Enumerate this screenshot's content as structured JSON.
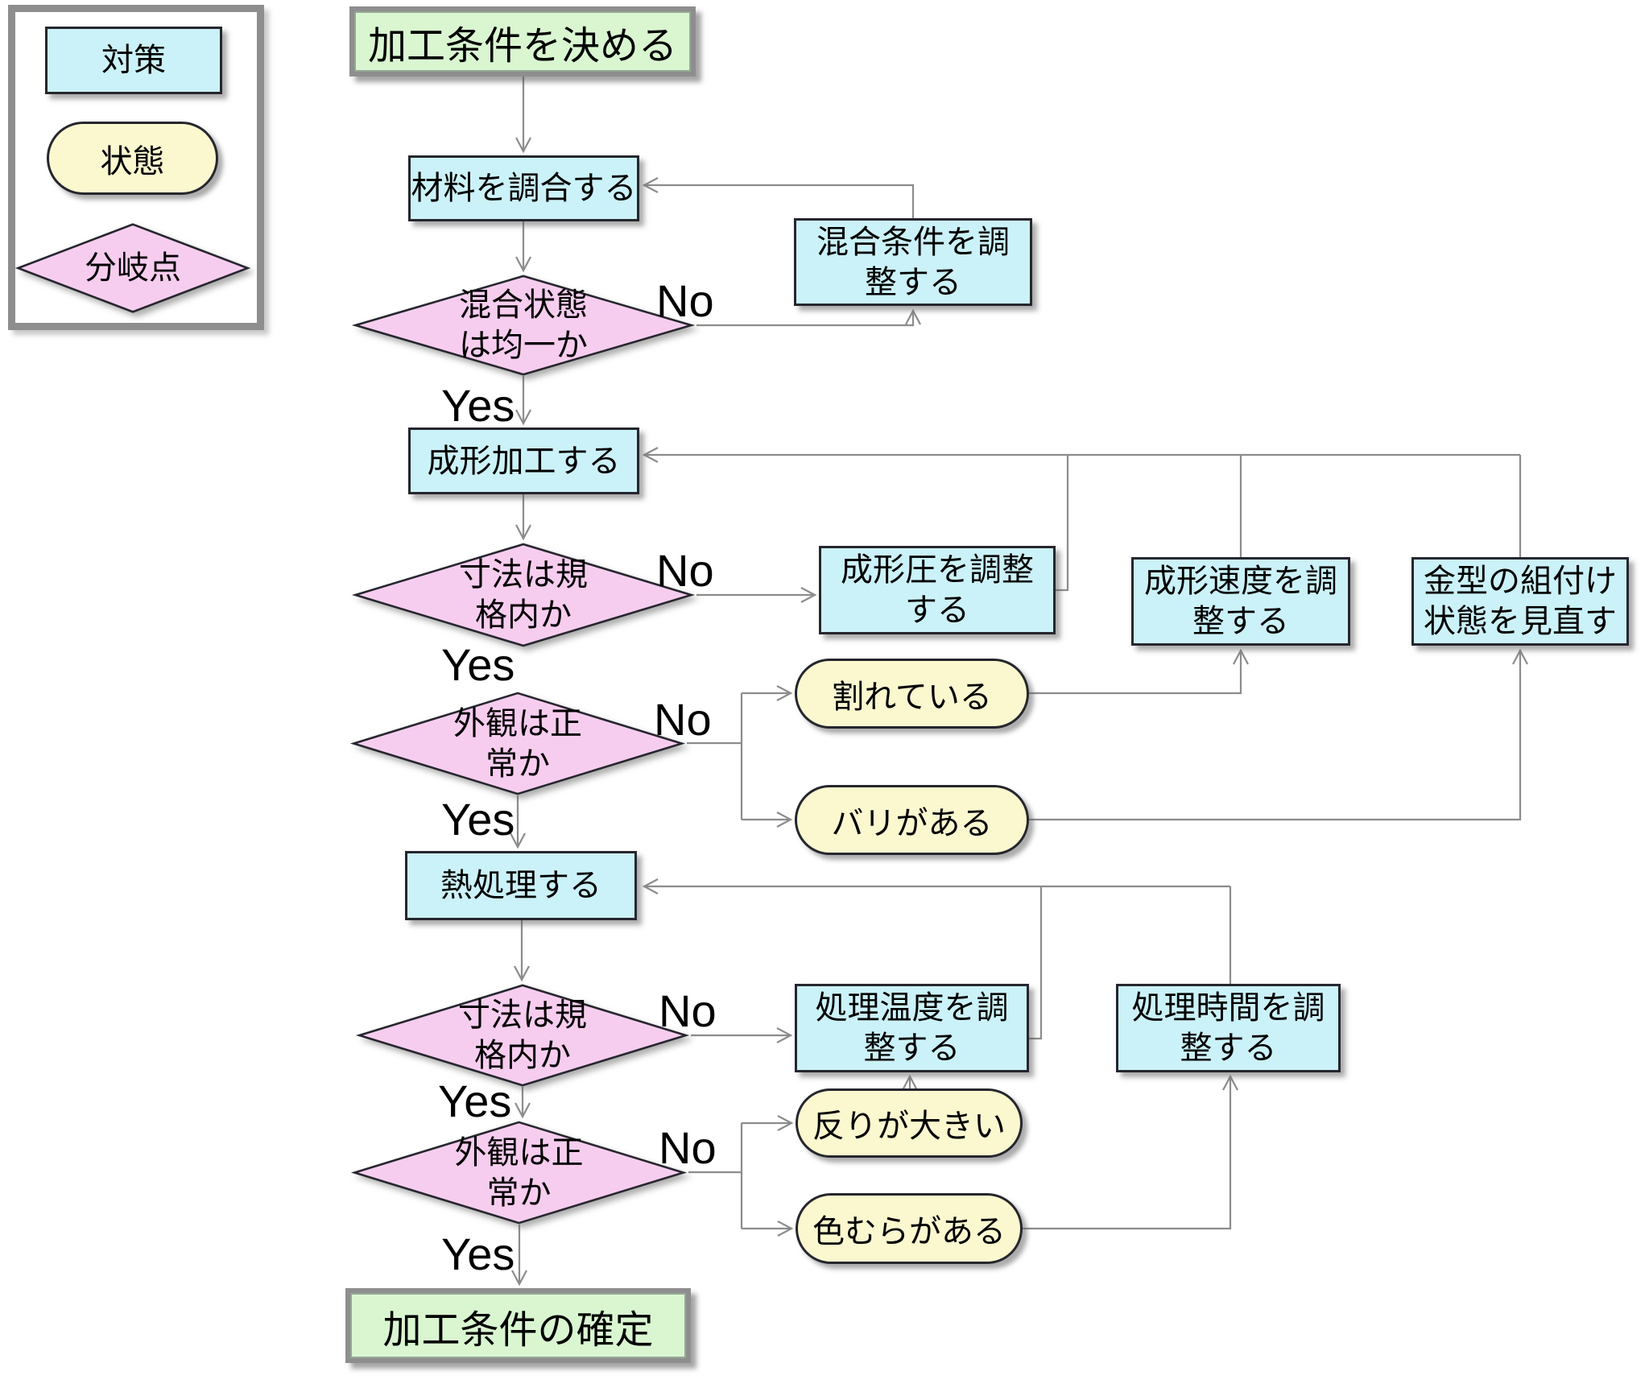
{
  "legend": {
    "countermeasure": "対策",
    "state": "状態",
    "branch": "分岐点"
  },
  "labels": {
    "yes": "Yes",
    "no": "No"
  },
  "flow": {
    "start": "加工条件を決める",
    "mix_material": "材料を調合する",
    "d1_line1": "混合状態",
    "d1_line2": "は均一か",
    "adjust_mix_line1": "混合条件を調",
    "adjust_mix_line2": "整する",
    "molding": "成形加工する",
    "d2_line1": "寸法は規",
    "d2_line2": "格内か",
    "adjust_pressure_line1": "成形圧を調整",
    "adjust_pressure_line2": "する",
    "adjust_speed_line1": "成形速度を調",
    "adjust_speed_line2": "整する",
    "review_mold_line1": "金型の組付け",
    "review_mold_line2": "状態を見直す",
    "d3_line1": "外観は正",
    "d3_line2": "常か",
    "cracked": "割れている",
    "burr": "バリがある",
    "heat_treatment": "熱処理する",
    "d4_line1": "寸法は規",
    "d4_line2": "格内か",
    "adjust_temp_line1": "処理温度を調",
    "adjust_temp_line2": "整する",
    "adjust_time_line1": "処理時間を調",
    "adjust_time_line2": "整する",
    "warp": "反りが大きい",
    "color_uneven": "色むらがある",
    "d5_line1": "外観は正",
    "d5_line2": "常か",
    "end": "加工条件の確定"
  },
  "colors": {
    "countermeasure_fill": "#cbf2f8",
    "state_fill": "#fbf8cf",
    "branch_fill": "#f7cdef",
    "terminal_fill": "#d9f6d1",
    "border": "#26262e",
    "connector": "#8c8c8c",
    "frame_gray": "#8e8e8e"
  }
}
